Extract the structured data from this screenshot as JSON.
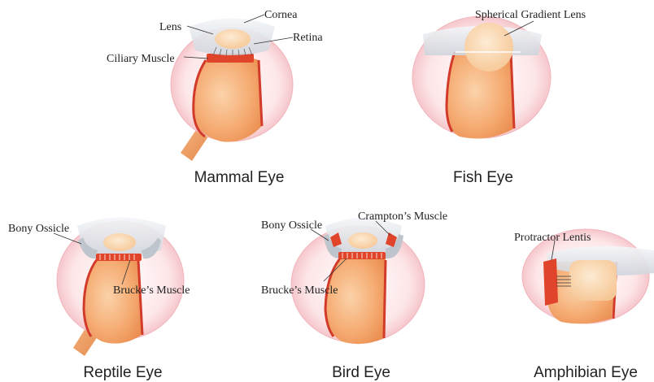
{
  "diagram": {
    "panels": [
      {
        "id": "mammal",
        "title": "Mammal Eye",
        "labels": {
          "lens": "Lens",
          "cornea": "Cornea",
          "retina": "Retina",
          "ciliary_muscle": "Ciliary Muscle"
        }
      },
      {
        "id": "fish",
        "title": "Fish Eye",
        "labels": {
          "spherical_gradient_lens": "Spherical Gradient Lens"
        }
      },
      {
        "id": "reptile",
        "title": "Reptile Eye",
        "labels": {
          "bony_ossicle": "Bony Ossicle",
          "bruckes_muscle": "Brucke’s Muscle"
        }
      },
      {
        "id": "bird",
        "title": "Bird Eye",
        "labels": {
          "bony_ossicle": "Bony Ossicle",
          "cramptons_muscle": "Crampton’s Muscle",
          "bruckes_muscle": "Brucke’s Muscle"
        }
      },
      {
        "id": "amphibian",
        "title": "Amphibian Eye",
        "labels": {
          "protractor_lentis": "Protractor Lentis"
        }
      }
    ],
    "colors": {
      "eyeball_pink": "#f7c9cc",
      "eyeball_edge": "#e7a2a8",
      "body_orange": "#f4a56c",
      "lens_peach": "#f9d9b5",
      "cornea_grey": "#dfe3e8",
      "muscle_red": "#e0452b",
      "retina_line": "#d23a2a",
      "optic_nerve": "#f0a36a"
    }
  }
}
